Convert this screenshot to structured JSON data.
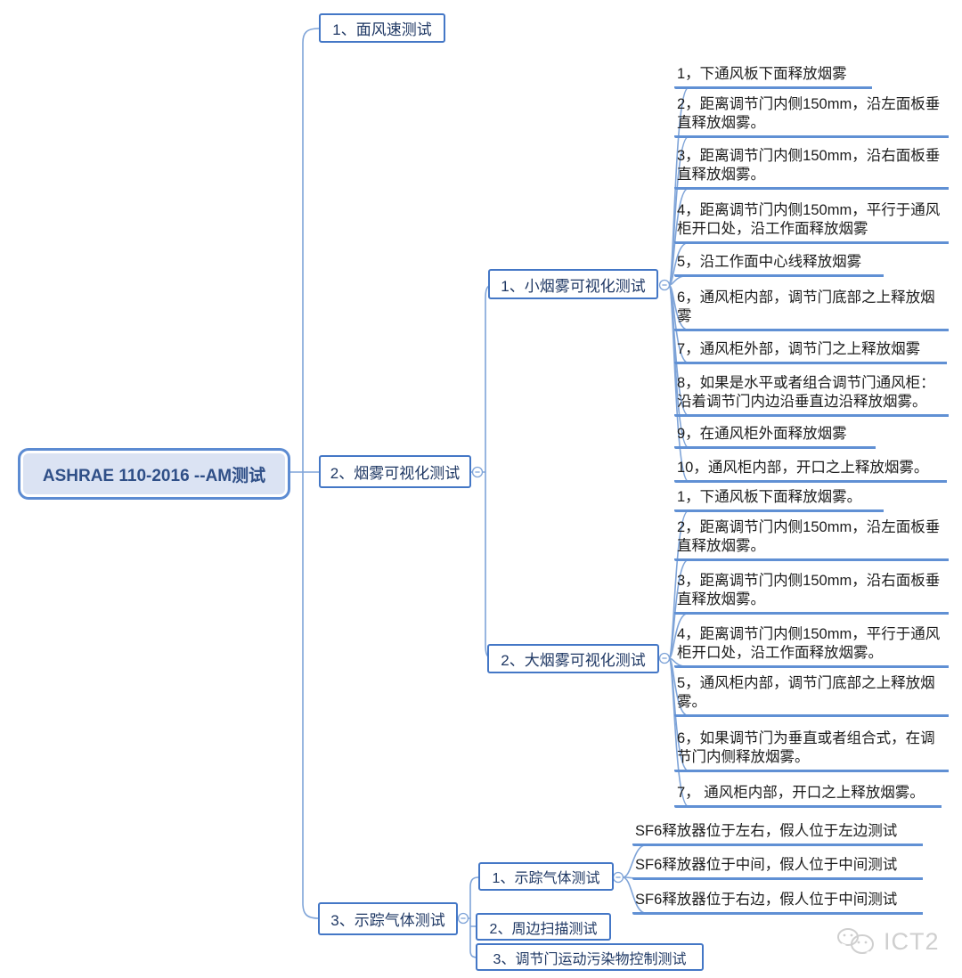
{
  "root": {
    "label": "ASHRAE 110-2016 --AM测试"
  },
  "branches": [
    {
      "label": "1、面风速测试"
    },
    {
      "label": "2、烟雾可视化测试",
      "children": [
        {
          "label": "1、小烟雾可视化测试",
          "leaves": [
            "1，下通风板下面释放烟雾",
            "2，距离调节门内侧150mm，沿左面板垂直释放烟雾。",
            "3，距离调节门内侧150mm，沿右面板垂直释放烟雾。",
            "4，距离调节门内侧150mm，平行于通风柜开口处，沿工作面释放烟雾",
            "5，沿工作面中心线释放烟雾",
            "6，通风柜内部，调节门底部之上释放烟雾",
            "7，通风柜外部，调节门之上释放烟雾",
            "8，如果是水平或者组合调节门通风柜：沿着调节门内边沿垂直边沿释放烟雾。",
            "9，在通风柜外面释放烟雾",
            "10，通风柜内部，开口之上释放烟雾。"
          ]
        },
        {
          "label": "2、大烟雾可视化测试",
          "leaves": [
            "1，下通风板下面释放烟雾。",
            "2，距离调节门内侧150mm，沿左面板垂直释放烟雾。",
            "3，距离调节门内侧150mm，沿右面板垂直释放烟雾。",
            "4，距离调节门内侧150mm，平行于通风柜开口处，沿工作面释放烟雾。",
            "5，通风柜内部，调节门底部之上释放烟雾。",
            "6，如果调节门为垂直或者组合式，在调节门内侧释放烟雾。",
            "7， 通风柜内部，开口之上释放烟雾。"
          ]
        }
      ]
    },
    {
      "label": "3、示踪气体测试",
      "children": [
        {
          "label": "1、示踪气体测试",
          "leaves": [
            "SF6释放器位于左右，假人位于左边测试",
            "SF6释放器位于中间，假人位于中间测试",
            "SF6释放器位于右边，假人位于中间测试"
          ]
        },
        {
          "label": "2、周边扫描测试"
        },
        {
          "label": "3、调节门运动污染物控制测试"
        }
      ]
    }
  ],
  "watermark": {
    "text": "ICT2"
  },
  "colors": {
    "node_border": "#4477c6",
    "node_text": "#1f3864",
    "root_border": "#5c8bd2",
    "root_fill": "#dbe3f3",
    "root_text": "#2f4f87",
    "underline": "#6090d4",
    "connector": "#7fa4d8",
    "leaf_text": "#1c1c1c",
    "watermark": "#cfcfcf"
  }
}
